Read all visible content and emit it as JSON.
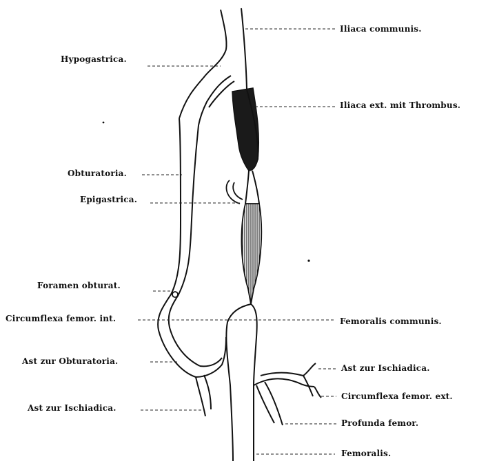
{
  "figure": {
    "colors": {
      "ink": "#111111",
      "paper": "#ffffff",
      "thrombus": "#1a1a1a"
    },
    "labels": {
      "iliaca_communis": "Iliaca communis.",
      "hypogastrica": "Hypogastrica.",
      "iliaca_ext_thrombus": "Iliaca ext. mit Thrombus.",
      "obturatoria": "Obturatoria.",
      "epigastrica": "Epigastrica.",
      "foramen_obturat": "Foramen obturat.",
      "circumflexa_femor_int": "Circumflexa femor. int.",
      "femoralis_communis": "Femoralis communis.",
      "ast_zur_obturatoria": "Ast zur Obturatoria.",
      "ast_zur_ischiadica_right": "Ast zur Ischiadica.",
      "circumflexa_femor_ext": "Circumflexa femor. ext.",
      "ast_zur_ischiadica_left": "Ast zur Ischiadica.",
      "profunda_femor": "Profunda femor.",
      "femoralis": "Femoralis."
    }
  }
}
